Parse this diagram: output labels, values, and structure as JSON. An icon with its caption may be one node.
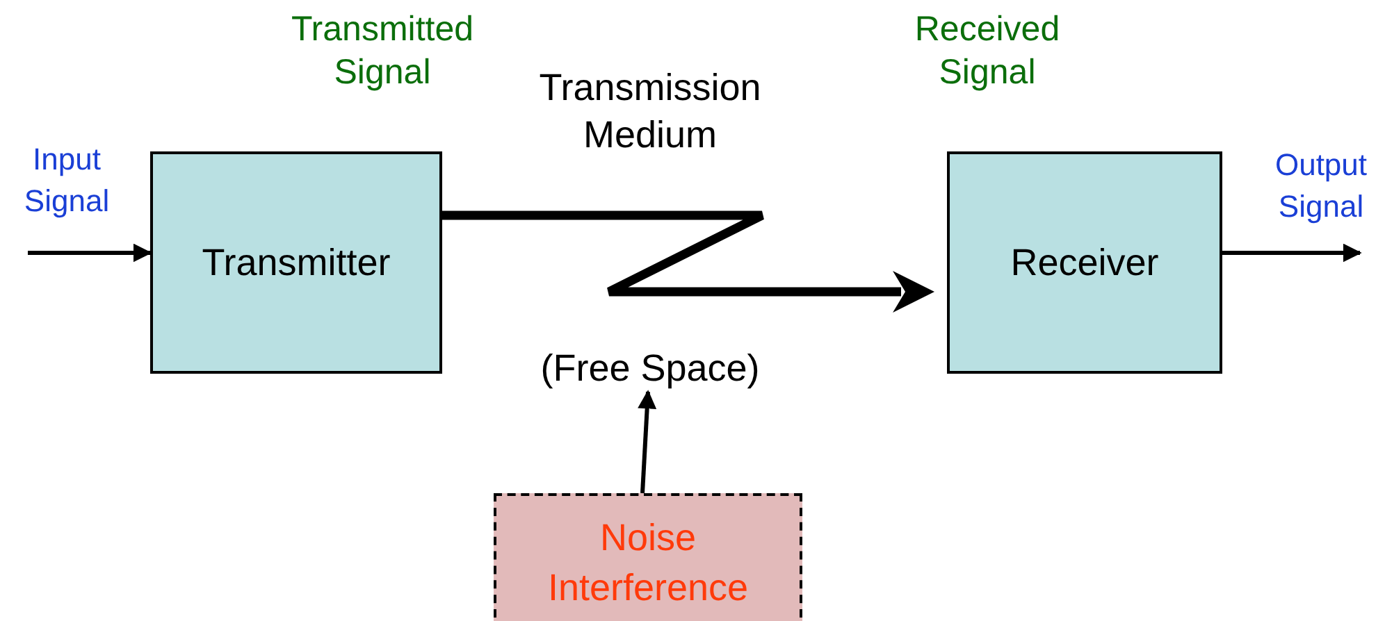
{
  "diagram": {
    "nodes": [
      {
        "text": [
          "Transmitter"
        ]
      },
      {
        "text": [
          "Receiver"
        ]
      },
      {
        "text": [
          "Transmission Medium",
          "(Free Space)"
        ]
      },
      {
        "text": [
          "Noise Interference"
        ]
      }
    ],
    "edges": [
      {
        "from": null,
        "to": 0,
        "arrow": "to",
        "label": "Input Signal"
      },
      {
        "from": 0,
        "to": 1,
        "arrow": "to",
        "style": "thick"
      },
      {
        "from": 1,
        "to": null,
        "arrow": "to",
        "label": "Output Signal"
      },
      {
        "from": 3,
        "to": 2,
        "arrow": "to"
      }
    ],
    "labels": [
      "Transmitted Signal",
      "Received Signal"
    ]
  }
}
